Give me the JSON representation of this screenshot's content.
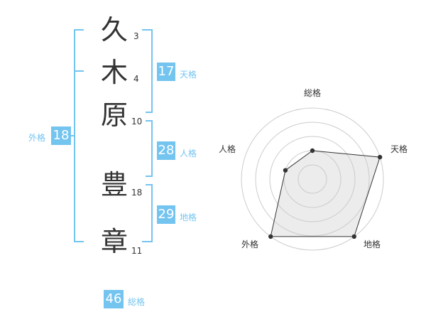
{
  "name": {
    "chars": [
      {
        "char": "久",
        "strokes": "3"
      },
      {
        "char": "木",
        "strokes": "4"
      },
      {
        "char": "原",
        "strokes": "10"
      },
      {
        "char": "豊",
        "strokes": "18"
      },
      {
        "char": "章",
        "strokes": "11"
      }
    ]
  },
  "fortune": {
    "tenkaku": {
      "value": "17",
      "label": "天格"
    },
    "jinkaku": {
      "value": "28",
      "label": "人格"
    },
    "chikaku": {
      "value": "29",
      "label": "地格"
    },
    "gaikaku": {
      "value": "18",
      "label": "外格"
    },
    "soukaku": {
      "value": "46",
      "label": "総格"
    }
  },
  "colors": {
    "accent": "#74c4f0",
    "text": "#333333",
    "grid": "#cccccc"
  },
  "chart_data": {
    "type": "radar",
    "axes": [
      "総格",
      "天格",
      "地格",
      "外格",
      "人格"
    ],
    "values": [
      2,
      5,
      5,
      5,
      2
    ],
    "max": 5,
    "rings": 5
  }
}
